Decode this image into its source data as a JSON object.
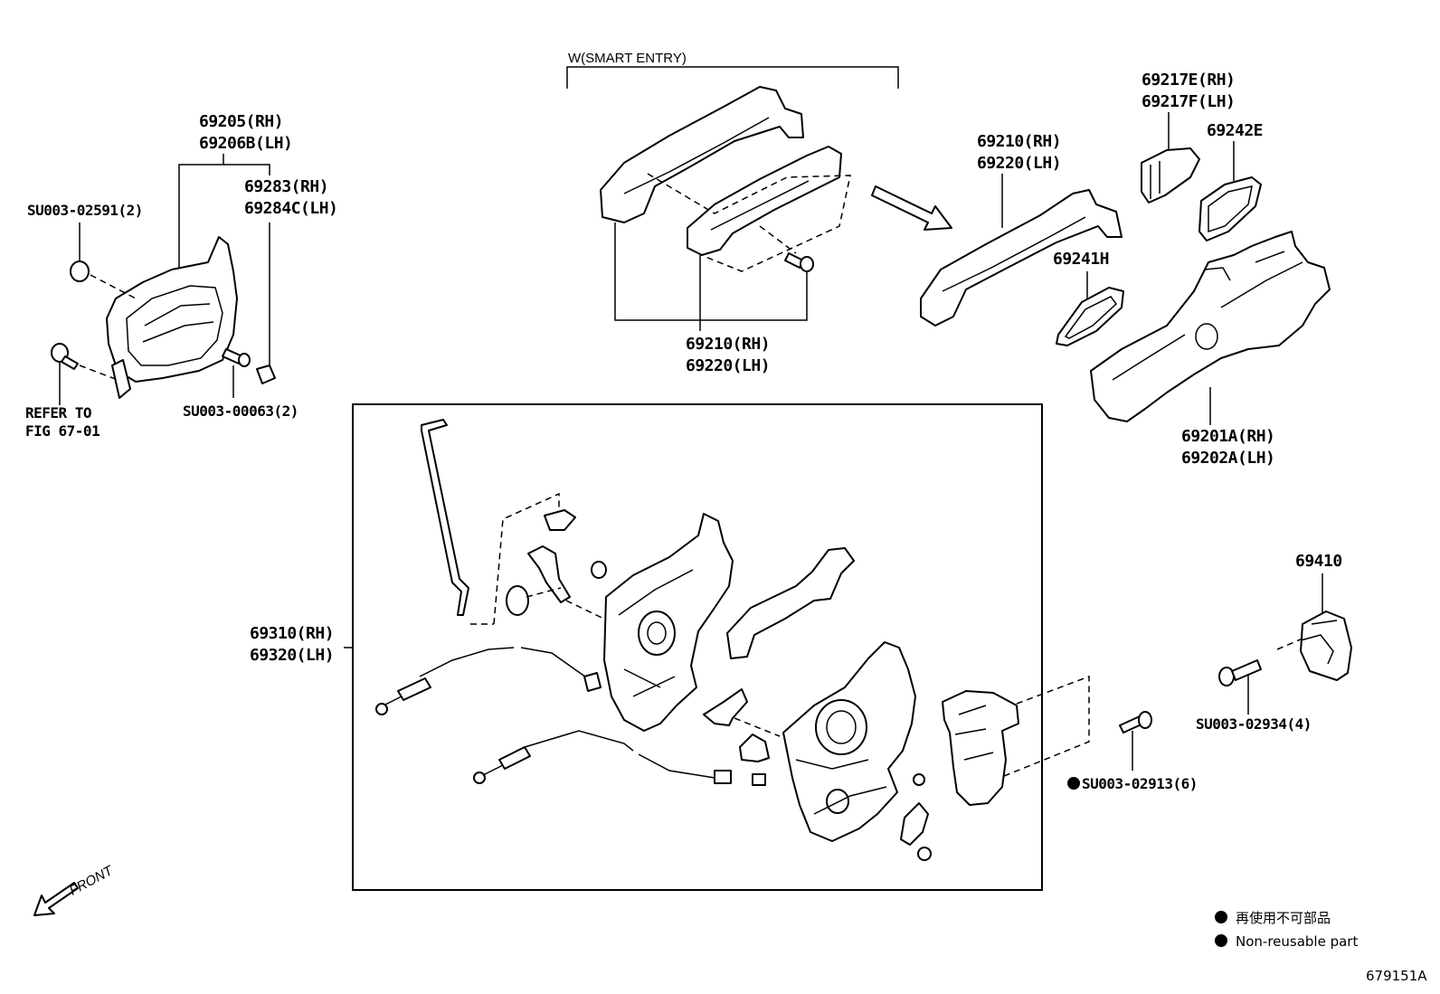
{
  "labels": {
    "inner_handle_rh": "69205(RH)",
    "inner_handle_lh": "69206B(LH)",
    "cap_rh": "69283(RH)",
    "cap_lh": "69284C(LH)",
    "screw_02591": "SU003-02591(2)",
    "refer_to_1": "REFER TO",
    "refer_to_2": "FIG 67-01",
    "screw_00063": "SU003-00063(2)",
    "smart_entry": "W(SMART ENTRY)",
    "outer_handle_bottom_rh": "69210(RH)",
    "outer_handle_bottom_lh": "69220(LH)",
    "outer_handle_right_rh": "69210(RH)",
    "outer_handle_right_lh": "69220(LH)",
    "cover_rh": "69217E(RH)",
    "cover_lh": "69217F(LH)",
    "pad_69242e": "69242E",
    "pad_69241h": "69241H",
    "frame_rh": "69201A(RH)",
    "frame_lh": "69202A(LH)",
    "lock_rh": "69310(RH)",
    "lock_lh": "69320(LH)",
    "striker": "69410",
    "screw_02934": "SU003-02934(4)",
    "screw_02913": "SU003-02913(6)",
    "front": "FRONT",
    "legend_jp": "再使用不可部品",
    "legend_en": "Non-reusable part",
    "figure_id": "679151A"
  },
  "colors": {
    "ink": "#000000",
    "paper": "#ffffff"
  },
  "icons": {
    "front_arrow": "front-arrow-icon",
    "bullet": "filled-circle-icon"
  }
}
